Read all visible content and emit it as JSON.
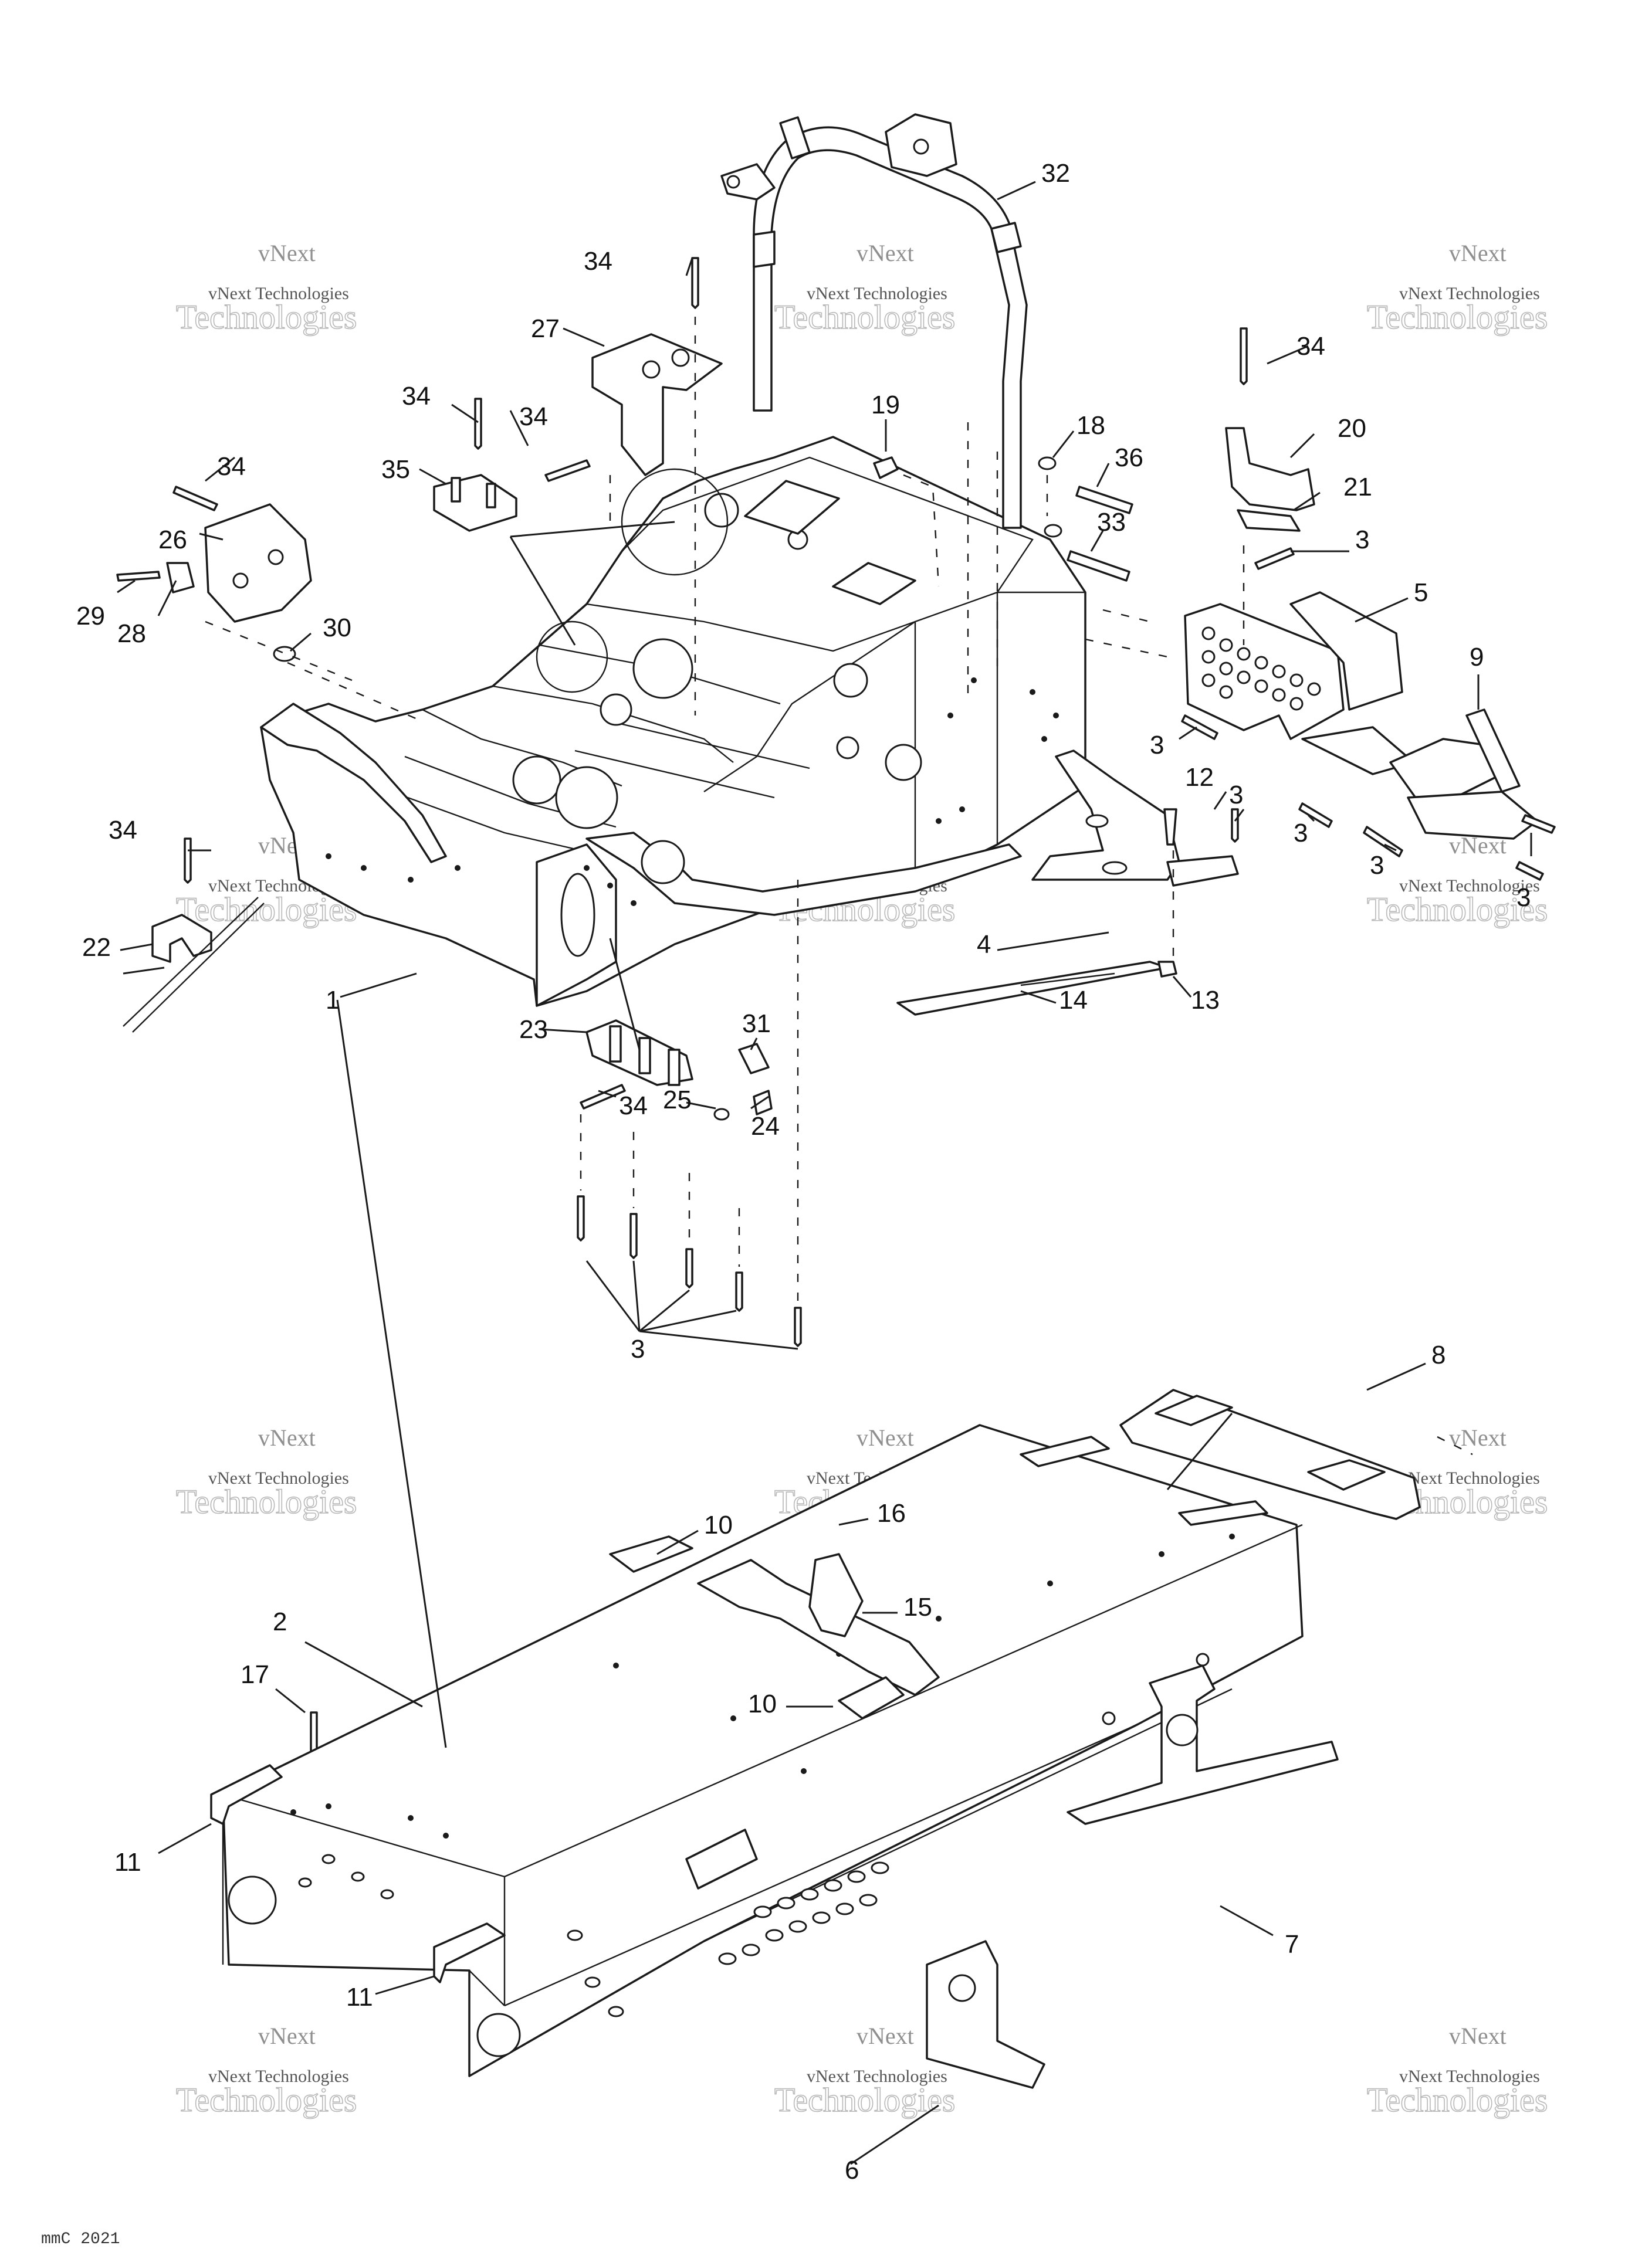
{
  "figure": {
    "code": "mmC 2021"
  },
  "watermark": {
    "line1": "vNext",
    "line2": "vNext Technologies",
    "line3": "Technologies"
  },
  "callouts": [
    {
      "id": "c1",
      "label": "1"
    },
    {
      "id": "c2",
      "label": "2"
    },
    {
      "id": "c3a",
      "label": "3"
    },
    {
      "id": "c3b",
      "label": "3"
    },
    {
      "id": "c3c",
      "label": "3"
    },
    {
      "id": "c3d",
      "label": "3"
    },
    {
      "id": "c3e",
      "label": "3"
    },
    {
      "id": "c3f",
      "label": "3"
    },
    {
      "id": "c3g",
      "label": "3"
    },
    {
      "id": "c4",
      "label": "4"
    },
    {
      "id": "c5",
      "label": "5"
    },
    {
      "id": "c6",
      "label": "6"
    },
    {
      "id": "c7",
      "label": "7"
    },
    {
      "id": "c8",
      "label": "8"
    },
    {
      "id": "c9",
      "label": "9"
    },
    {
      "id": "c10a",
      "label": "10"
    },
    {
      "id": "c10b",
      "label": "10"
    },
    {
      "id": "c11a",
      "label": "11"
    },
    {
      "id": "c11b",
      "label": "11"
    },
    {
      "id": "c12",
      "label": "12"
    },
    {
      "id": "c13",
      "label": "13"
    },
    {
      "id": "c14",
      "label": "14"
    },
    {
      "id": "c15",
      "label": "15"
    },
    {
      "id": "c16",
      "label": "16"
    },
    {
      "id": "c17",
      "label": "17"
    },
    {
      "id": "c18",
      "label": "18"
    },
    {
      "id": "c19",
      "label": "19"
    },
    {
      "id": "c20",
      "label": "20"
    },
    {
      "id": "c21",
      "label": "21"
    },
    {
      "id": "c22",
      "label": "22"
    },
    {
      "id": "c23",
      "label": "23"
    },
    {
      "id": "c24",
      "label": "24"
    },
    {
      "id": "c25",
      "label": "25"
    },
    {
      "id": "c26",
      "label": "26"
    },
    {
      "id": "c27",
      "label": "27"
    },
    {
      "id": "c28",
      "label": "28"
    },
    {
      "id": "c29",
      "label": "29"
    },
    {
      "id": "c30",
      "label": "30"
    },
    {
      "id": "c31",
      "label": "31"
    },
    {
      "id": "c32",
      "label": "32"
    },
    {
      "id": "c33",
      "label": "33"
    },
    {
      "id": "c34a",
      "label": "34"
    },
    {
      "id": "c34b",
      "label": "34"
    },
    {
      "id": "c34c",
      "label": "34"
    },
    {
      "id": "c34d",
      "label": "34"
    },
    {
      "id": "c34e",
      "label": "34"
    },
    {
      "id": "c34f",
      "label": "34"
    },
    {
      "id": "c34g",
      "label": "34"
    },
    {
      "id": "c35",
      "label": "35"
    },
    {
      "id": "c36",
      "label": "36"
    }
  ]
}
